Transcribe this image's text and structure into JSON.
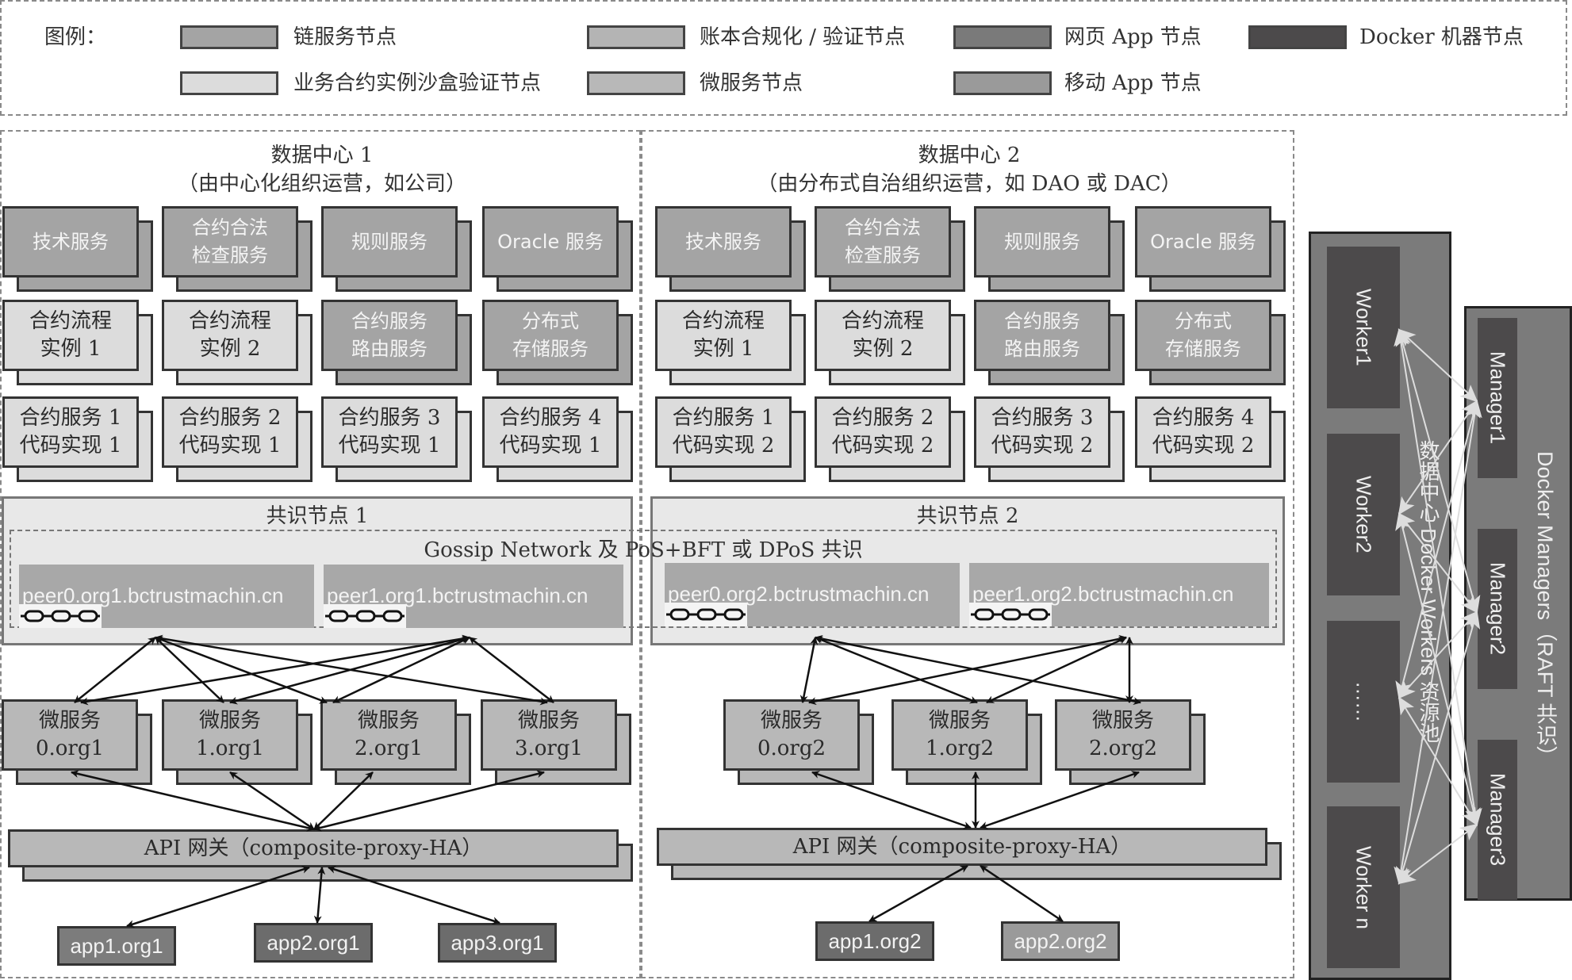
{
  "legend": {
    "title": "图例：",
    "items": [
      {
        "label": "链服务节点",
        "color": "#a4a4a4"
      },
      {
        "label": "账本合规化 / 验证节点",
        "color": "#b4b4b4"
      },
      {
        "label": "网页 App 节点",
        "color": "#7a7a7a"
      },
      {
        "label": "Docker 机器节点",
        "color": "#4c4a4b"
      },
      {
        "label": "业务合约实例沙盒验证节点",
        "color": "#dcdcdc"
      },
      {
        "label": "微服务节点",
        "color": "#b8b8b8"
      },
      {
        "label": "移动 App 节点",
        "color": "#9a9a9a"
      }
    ]
  },
  "dc1": {
    "title": "数据中心 1",
    "subtitle": "（由中心化组织运营，如公司）",
    "row1": [
      "技术服务",
      "合约合法\n检查服务",
      "规则服务",
      "Oracle 服务"
    ],
    "row2": [
      "合约流程\n实例 1",
      "合约流程\n实例 2",
      "合约服务\n路由服务",
      "分布式\n存储服务"
    ],
    "row3": [
      "合约服务 1\n代码实现 1",
      "合约服务 2\n代码实现 1",
      "合约服务 3\n代码实现 1",
      "合约服务 4\n代码实现 1"
    ],
    "consensus_title": "共识节点 1",
    "peers": [
      "peer0.org1.bctrustmachin.cn",
      "peer1.org1.bctrustmachin.cn"
    ],
    "micro": [
      "微服务\n0.org1",
      "微服务\n1.org1",
      "微服务\n2.org1",
      "微服务\n3.org1"
    ],
    "gateway": "API 网关（composite-proxy-HA）",
    "apps": [
      "app1.org1",
      "app2.org1",
      "app3.org1"
    ]
  },
  "gossip_label": "Gossip Network 及 PoS+BFT 或 DPoS 共识",
  "dc2": {
    "title": "数据中心 2",
    "subtitle": "（由分布式自治组织运营，如 DAO 或 DAC）",
    "row1": [
      "技术服务",
      "合约合法\n检查服务",
      "规则服务",
      "Oracle 服务"
    ],
    "row2": [
      "合约流程\n实例 1",
      "合约流程\n实例 2",
      "合约服务\n路由服务",
      "分布式\n存储服务"
    ],
    "row3": [
      "合约服务 1\n代码实现 2",
      "合约服务 2\n代码实现 2",
      "合约服务 3\n代码实现 2",
      "合约服务 4\n代码实现 2"
    ],
    "consensus_title": "共识节点 2",
    "peers": [
      "peer0.org2.bctrustmachin.cn",
      "peer1.org2.bctrustmachin.cn"
    ],
    "micro": [
      "微服务\n0.org2",
      "微服务\n1.org2",
      "微服务\n2.org2"
    ],
    "gateway": "API 网关（composite-proxy-HA）",
    "apps": [
      "app1.org2",
      "app2.org2"
    ]
  },
  "docker": {
    "workers_label": "数据中心 Docker Workers 资源池",
    "workers": [
      "Worker1",
      "Worker2",
      "……",
      "Worker n"
    ],
    "managers_label": "Docker Managers（RAFT 共识）",
    "managers": [
      "Manager1",
      "Manager2",
      "Manager3"
    ]
  }
}
